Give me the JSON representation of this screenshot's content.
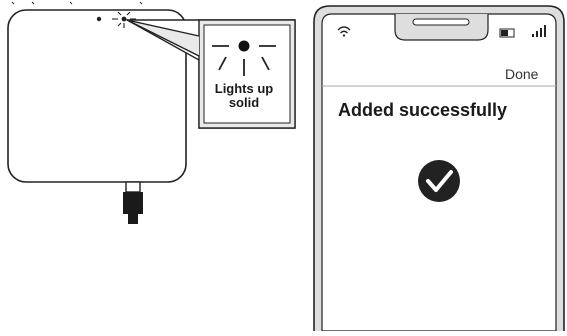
{
  "device": {
    "led_callout_text": "Lights up solid"
  },
  "phone": {
    "done_label": "Done",
    "status_title": "Added successfully"
  },
  "colors": {
    "outline": "#222222",
    "phone_frame": "#e3e3e3",
    "callout_bg": "#e8e8e8",
    "check_circle": "#222222"
  }
}
